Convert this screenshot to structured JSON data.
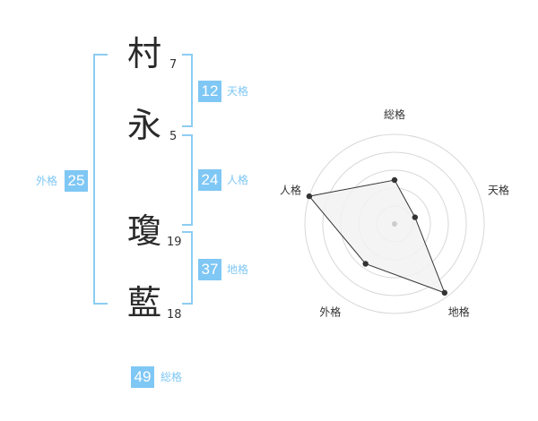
{
  "characters": [
    {
      "char": "村",
      "strokes": "7"
    },
    {
      "char": "永",
      "strokes": "5"
    },
    {
      "char": "瓊",
      "strokes": "19"
    },
    {
      "char": "藍",
      "strokes": "18"
    }
  ],
  "scores": {
    "tenkaku": {
      "value": "12",
      "label": "天格"
    },
    "jinkaku": {
      "value": "24",
      "label": "人格"
    },
    "chikaku": {
      "value": "37",
      "label": "地格"
    },
    "gaikaku": {
      "value": "25",
      "label": "外格"
    },
    "soukaku": {
      "value": "49",
      "label": "総格"
    }
  },
  "chart_data": {
    "type": "radar",
    "axes": [
      "総格",
      "天格",
      "地格",
      "外格",
      "人格"
    ],
    "values": [
      0.49,
      0.24,
      0.95,
      0.55,
      1.0
    ],
    "range": [
      0,
      1
    ],
    "rings": 5,
    "colors": {
      "fill": "#f2f2f2",
      "line": "#333333",
      "ring": "#d8d8d8",
      "point": "#333333",
      "center": "#cccccc"
    }
  }
}
